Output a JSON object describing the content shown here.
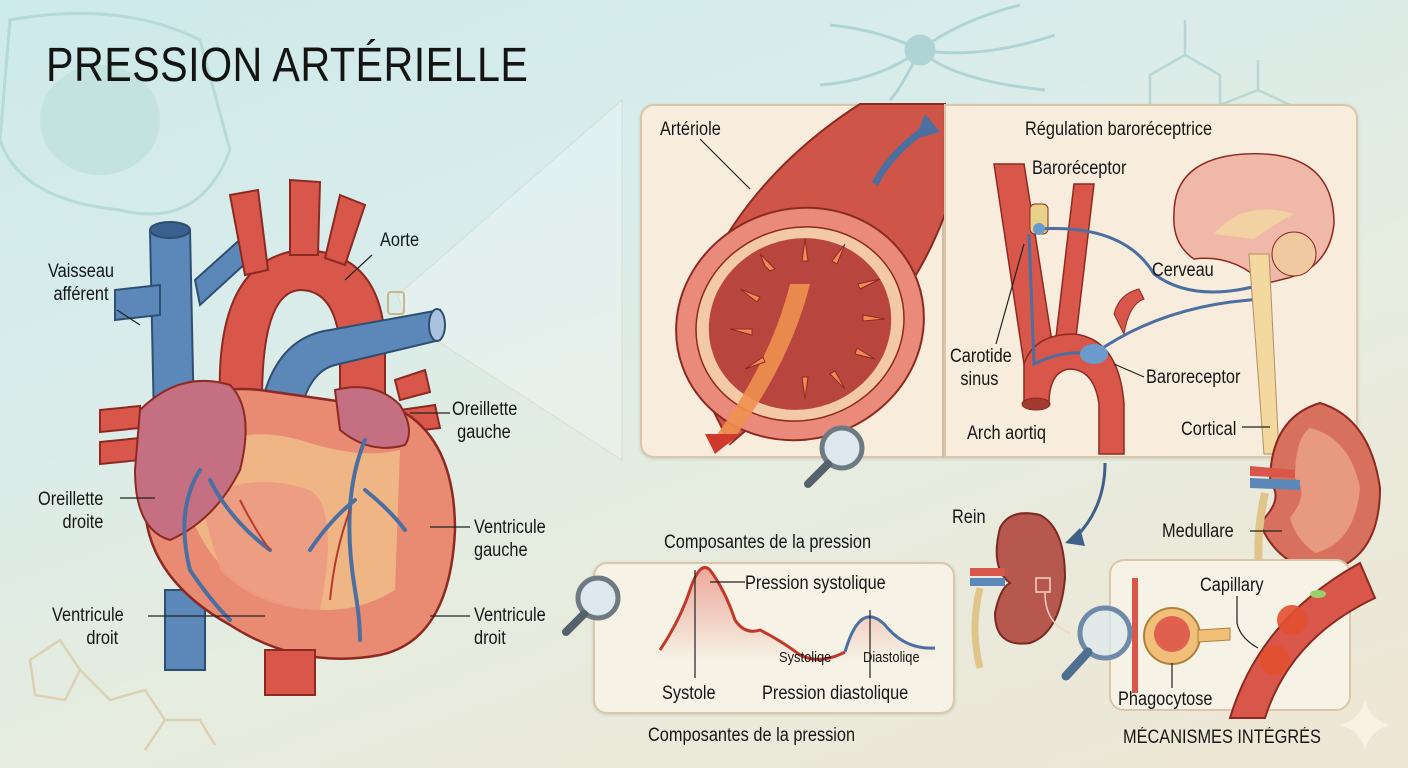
{
  "title": "PRESSION ARTÉRIELLE",
  "heart": {
    "labels": {
      "aorte": "Aorte",
      "vaisseau_line1": "Vaisseau",
      "vaisseau_line2": "afférent",
      "oreillette_gauche_line1": "Oreillette",
      "oreillette_gauche_line2": "gauche",
      "oreillette_droite_line1": "Oreillette",
      "oreillette_droite_line2": "droite",
      "ventricule_gauche_line1": "Ventricule",
      "ventricule_gauche_line2": "gauche",
      "ventricule_droit_left_line1": "Ventricule",
      "ventricule_droit_left_line2": "droit",
      "ventricule_droit_right_line1": "Ventricule",
      "ventricule_droit_right_line2": "droit"
    }
  },
  "arteriole_panel": {
    "label": "Artériole"
  },
  "baroreceptor_panel": {
    "title": "Régulation baroréceptrice",
    "labels": {
      "baroreceptor_top": "Baroréceptor",
      "cerveau": "Cerveau",
      "carotide_line1": "Carotide",
      "carotide_line2": "sinus",
      "baroreceptor_bottom": "Baroreceptor",
      "arch": "Arch aortiq",
      "cortical": "Cortical"
    }
  },
  "pressure_panel": {
    "title_top": "Composantes de la pression",
    "title_bottom": "Composantes de la pression",
    "labels": {
      "pression_systolique": "Pression systolique",
      "systole": "Systole",
      "pression_diastolique": "Pression diastolique",
      "systolique_small": "Systoliqe",
      "diastolique_small": "Diastoliqe"
    }
  },
  "kidney_section": {
    "rein": "Rein",
    "medullare": "Medullare",
    "capillary": "Capillary",
    "phagocytose": "Phagocytose",
    "footer": "MÉCANISMES INTÉGRÉS"
  },
  "colors": {
    "artery_red": "#d8574a",
    "vein_blue": "#5b88b8",
    "atrium_pink": "#c46f82",
    "fat_yellow": "#f2c88c",
    "panel_bg": "#f8ecdc",
    "outline": "#8c2a22"
  }
}
